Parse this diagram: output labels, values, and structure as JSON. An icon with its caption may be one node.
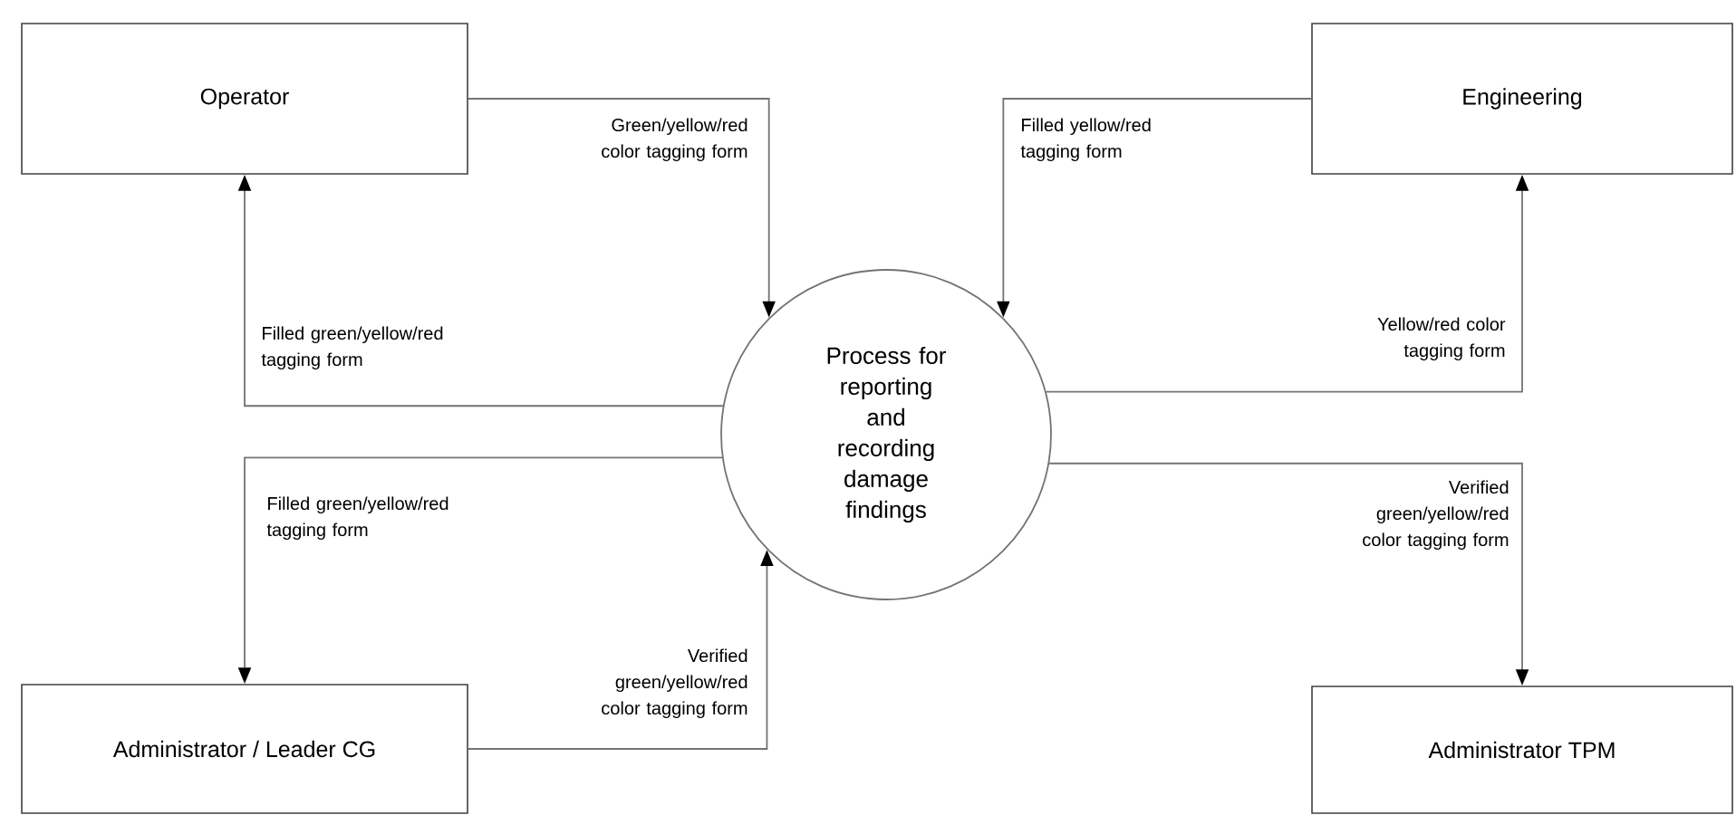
{
  "diagram": {
    "nodes": [
      {
        "text": [
          "Operator"
        ]
      },
      {
        "text": [
          "Engineering"
        ]
      },
      {
        "text": [
          "Process for reporting and recording damage findings"
        ]
      },
      {
        "text": [
          "Administrator / Leader CG"
        ]
      },
      {
        "text": [
          "Administrator TPM"
        ]
      }
    ],
    "edges": [
      {
        "from": 0,
        "to": 2,
        "arrow": "to",
        "label": "Green/yellow/red color tagging form"
      },
      {
        "from": 2,
        "to": 0,
        "arrow": "to",
        "label": "Filled green/yellow/red tagging form"
      },
      {
        "from": 2,
        "to": 3,
        "arrow": "to",
        "label": "Filled green/yellow/red tagging form"
      },
      {
        "from": 3,
        "to": 2,
        "arrow": "to",
        "label": "Verified green/yellow/red color tagging form"
      },
      {
        "from": 1,
        "to": 2,
        "arrow": "to",
        "label": "Filled yellow/red tagging form"
      },
      {
        "from": 2,
        "to": 1,
        "arrow": "to",
        "label": "Yellow/red color tagging form"
      },
      {
        "from": 2,
        "to": 4,
        "arrow": "to",
        "label": "Verified green/yellow/red color tagging form"
      }
    ]
  }
}
